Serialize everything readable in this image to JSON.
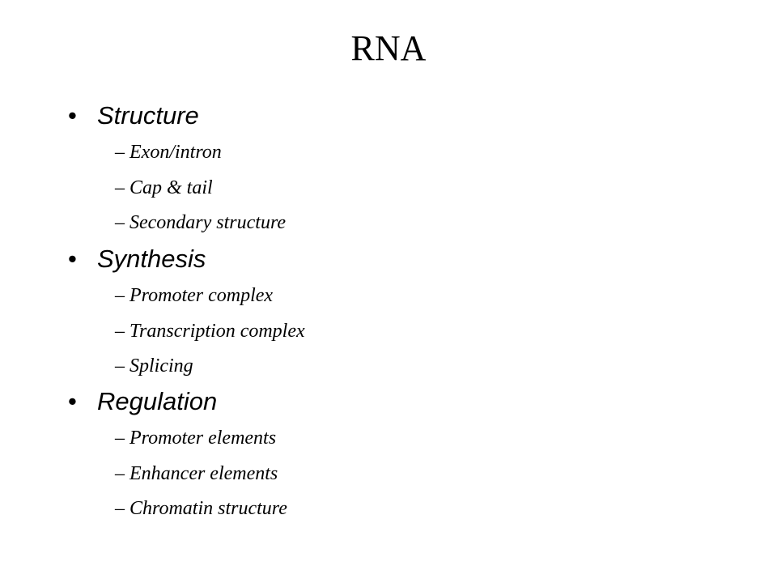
{
  "slide": {
    "title": "RNA",
    "sections": [
      {
        "bullet_glyph": "•",
        "heading": "Structure",
        "items": [
          "Exon/intron",
          "Cap & tail",
          "Secondary structure"
        ]
      },
      {
        "bullet_glyph": "•",
        "heading": "Synthesis",
        "items": [
          "Promoter complex",
          "Transcription complex",
          "Splicing"
        ]
      },
      {
        "bullet_glyph": "•",
        "heading": "Regulation",
        "items": [
          "Promoter elements",
          "Enhancer elements",
          "Chromatin structure"
        ]
      }
    ],
    "sub_bullet_glyph": "–"
  }
}
